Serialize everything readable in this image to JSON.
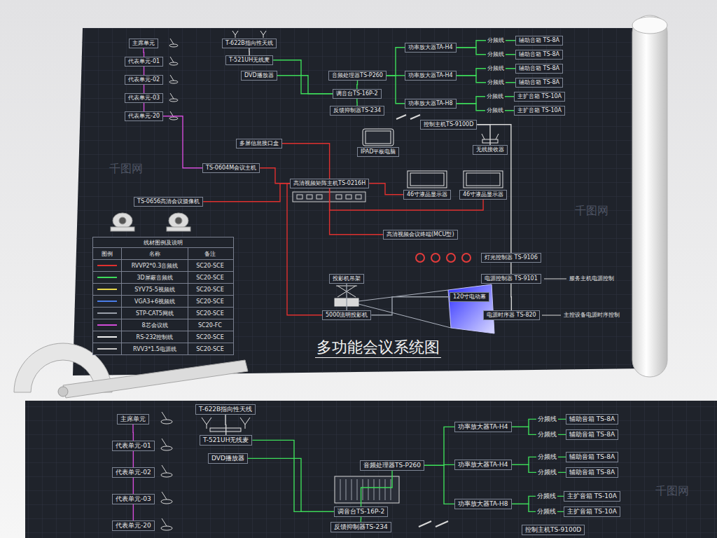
{
  "diagram": {
    "title": "多功能会议系统图",
    "nodes": [
      {
        "text": [
          "主席单元"
        ]
      },
      {
        "text": [
          "代表单元-01"
        ]
      },
      {
        "text": [
          "代表单元-02"
        ]
      },
      {
        "text": [
          "代表单元-03"
        ]
      },
      {
        "text": [
          "代表单元-20"
        ]
      },
      {
        "text": [
          "T-622B指向性天线"
        ]
      },
      {
        "text": [
          "T-521UH无线麦"
        ]
      },
      {
        "text": [
          "DVD播放器"
        ]
      },
      {
        "text": [
          "音频处理器TS-P260"
        ]
      },
      {
        "text": [
          "调音台TS-16P-2"
        ]
      },
      {
        "text": [
          "反馈抑制器TS-234"
        ]
      },
      {
        "text": [
          "功率放大器TA-H4"
        ]
      },
      {
        "text": [
          "功率放大器TA-H4"
        ]
      },
      {
        "text": [
          "功率放大器TA-H8"
        ]
      },
      {
        "text": [
          "辅助音箱 TS-8A"
        ]
      },
      {
        "text": [
          "辅助音箱 TS-8A"
        ]
      },
      {
        "text": [
          "辅助音箱 TS-8A"
        ]
      },
      {
        "text": [
          "辅助音箱 TS-8A"
        ]
      },
      {
        "text": [
          "主扩音箱 TS-10A"
        ]
      },
      {
        "text": [
          "主扩音箱 TS-10A"
        ]
      },
      {
        "text": [
          "IPAD平板电脑"
        ]
      },
      {
        "text": [
          "控制主机TS-9100D"
        ]
      },
      {
        "text": [
          "无线接收器"
        ]
      },
      {
        "text": [
          "多屏信息接口盒"
        ]
      },
      {
        "text": [
          "TS-0604M会议主机"
        ]
      },
      {
        "text": [
          "TS-0656高清会议摄像机"
        ]
      },
      {
        "text": [
          "高清视频矩阵主机TS-0216H"
        ]
      },
      {
        "text": [
          "46寸液晶显示器"
        ]
      },
      {
        "text": [
          "46寸液晶显示器"
        ]
      },
      {
        "text": [
          "高清视频会议终端(MCU型)"
        ]
      },
      {
        "text": [
          "灯光控制器 TS-9106"
        ]
      },
      {
        "text": [
          "电源控制器 TS-9101"
        ]
      },
      {
        "text": [
          "电源时序器 TS-820"
        ]
      },
      {
        "text": [
          "投影机吊架"
        ]
      },
      {
        "text": [
          "5000流明投影机"
        ]
      },
      {
        "text": [
          "120寸电动幕"
        ]
      },
      {
        "text": [
          "主席单元"
        ]
      },
      {
        "text": [
          "代表单元-01"
        ]
      },
      {
        "text": [
          "代表单元-02"
        ]
      },
      {
        "text": [
          "代表单元-03"
        ]
      },
      {
        "text": [
          "代表单元-20"
        ]
      },
      {
        "text": [
          "T-622B指向性天线"
        ]
      },
      {
        "text": [
          "T-521UH无线麦"
        ]
      },
      {
        "text": [
          "DVD播放器"
        ]
      },
      {
        "text": [
          "音频处理器TS-P260"
        ]
      },
      {
        "text": [
          "调音台TS-16P-2"
        ]
      },
      {
        "text": [
          "反馈抑制器TS-234"
        ]
      },
      {
        "text": [
          "功率放大器TA-H4"
        ]
      },
      {
        "text": [
          "功率放大器TA-H4"
        ]
      },
      {
        "text": [
          "功率放大器TA-H8"
        ]
      },
      {
        "text": [
          "辅助音箱 TS-8A"
        ]
      },
      {
        "text": [
          "辅助音箱 TS-8A"
        ]
      },
      {
        "text": [
          "辅助音箱 TS-8A"
        ]
      },
      {
        "text": [
          "辅助音箱 TS-8A"
        ]
      },
      {
        "text": [
          "主扩音箱 TS-10A"
        ]
      },
      {
        "text": [
          "主扩音箱 TS-10A"
        ]
      },
      {
        "text": [
          "控制主机TS-9100D"
        ]
      }
    ],
    "edges": [
      {
        "from": 0,
        "to": 1,
        "arrow": "none"
      },
      {
        "from": 1,
        "to": 2,
        "arrow": "none"
      },
      {
        "from": 2,
        "to": 3,
        "arrow": "none"
      },
      {
        "from": 3,
        "to": 4,
        "arrow": "none"
      },
      {
        "from": 4,
        "to": 24,
        "arrow": "none"
      },
      {
        "from": 5,
        "to": 6,
        "arrow": "none"
      },
      {
        "from": 6,
        "to": 9,
        "arrow": "none"
      },
      {
        "from": 7,
        "to": 9,
        "arrow": "none"
      },
      {
        "from": 9,
        "to": 8,
        "arrow": "none"
      },
      {
        "from": 9,
        "to": 10,
        "arrow": "none"
      },
      {
        "from": 8,
        "to": 11,
        "arrow": "none"
      },
      {
        "from": 8,
        "to": 12,
        "arrow": "none"
      },
      {
        "from": 8,
        "to": 13,
        "arrow": "none"
      },
      {
        "from": 11,
        "to": 14,
        "label": "分频线",
        "arrow": "none"
      },
      {
        "from": 11,
        "to": 15,
        "label": "分频线",
        "arrow": "none"
      },
      {
        "from": 12,
        "to": 16,
        "label": "分频线",
        "arrow": "none"
      },
      {
        "from": 12,
        "to": 17,
        "label": "分频线",
        "arrow": "none"
      },
      {
        "from": 13,
        "to": 18,
        "label": "分频线",
        "arrow": "none"
      },
      {
        "from": 13,
        "to": 19,
        "label": "分频线",
        "arrow": "none"
      },
      {
        "from": 21,
        "to": 22,
        "arrow": "none"
      },
      {
        "from": 23,
        "to": 26,
        "arrow": "none"
      },
      {
        "from": 24,
        "to": 26,
        "arrow": "none"
      },
      {
        "from": 25,
        "to": 26,
        "arrow": "none"
      },
      {
        "from": 26,
        "to": 27,
        "arrow": "none"
      },
      {
        "from": 26,
        "to": 28,
        "arrow": "none"
      },
      {
        "from": 26,
        "to": 29,
        "arrow": "none"
      },
      {
        "from": 26,
        "to": 34,
        "arrow": "none"
      },
      {
        "from": 21,
        "to": 30,
        "arrow": "none"
      },
      {
        "from": 30,
        "to": 31,
        "arrow": "none"
      },
      {
        "from": 31,
        "to": 32,
        "arrow": "none"
      },
      {
        "from": 33,
        "to": 34,
        "arrow": "none"
      },
      {
        "from": 34,
        "to": 35,
        "arrow": "none"
      },
      {
        "from": 36,
        "to": 37,
        "arrow": "none"
      },
      {
        "from": 37,
        "to": 38,
        "arrow": "none"
      },
      {
        "from": 38,
        "to": 39,
        "arrow": "none"
      },
      {
        "from": 39,
        "to": 40,
        "arrow": "none"
      },
      {
        "from": 41,
        "to": 42,
        "arrow": "none"
      },
      {
        "from": 42,
        "to": 45,
        "arrow": "none"
      },
      {
        "from": 43,
        "to": 45,
        "arrow": "none"
      },
      {
        "from": 45,
        "to": 44,
        "arrow": "none"
      },
      {
        "from": 45,
        "to": 46,
        "arrow": "none"
      },
      {
        "from": 44,
        "to": 47,
        "arrow": "none"
      },
      {
        "from": 44,
        "to": 48,
        "arrow": "none"
      },
      {
        "from": 44,
        "to": 49,
        "arrow": "none"
      },
      {
        "from": 47,
        "to": 50,
        "label": "分频线",
        "arrow": "none"
      },
      {
        "from": 47,
        "to": 51,
        "label": "分频线",
        "arrow": "none"
      },
      {
        "from": 48,
        "to": 52,
        "label": "分频线",
        "arrow": "none"
      },
      {
        "from": 48,
        "to": 53,
        "label": "分频线",
        "arrow": "none"
      },
      {
        "from": 49,
        "to": 54,
        "label": "分频线",
        "arrow": "none"
      },
      {
        "from": 49,
        "to": 55,
        "label": "分频线",
        "arrow": "none"
      }
    ],
    "labels": [
      "线材图例及说明",
      "图例",
      "名称",
      "备注",
      "SC20-SCE",
      "SC20-SCE",
      "SC20-SCE",
      "SC20-SCE",
      "SC20-SCE",
      "SC20-FC",
      "SC20-SCE",
      "SC20-SCE",
      "服务主机电源控制",
      "主控设备电源时序控制",
      "千图网",
      "千图网",
      "千图网"
    ],
    "legend": [
      {
        "text": "RVVP2*0.3音频线",
        "color": "#e0302f"
      },
      {
        "text": "3D屏蔽音频线",
        "color": "#3ddc5a"
      },
      {
        "text": "SYV75-5视频线",
        "color": "#e8d84a"
      },
      {
        "text": "VGA3+6视频线",
        "color": "#4a7de8"
      },
      {
        "text": "STP-CAT5网线",
        "color": "#9aa0aa"
      },
      {
        "text": "8芯会议线",
        "color": "#d24bd8"
      },
      {
        "text": "RS-232控制线",
        "color": "#f2f2f2"
      },
      {
        "text": "RVV3*1.5电源线",
        "color": "#c8c8c8"
      }
    ]
  }
}
